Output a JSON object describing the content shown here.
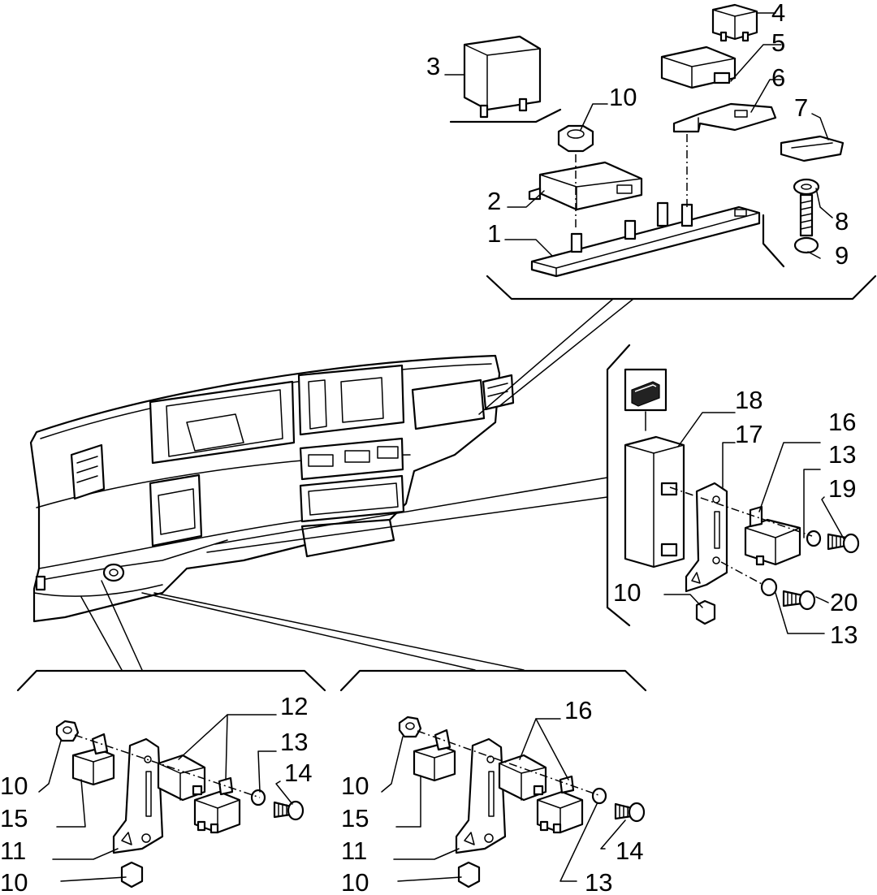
{
  "callouts": {
    "c1": "1",
    "c2": "2",
    "c3": "3",
    "c4": "4",
    "c5": "5",
    "c6": "6",
    "c7": "7",
    "c8": "8",
    "c9": "9",
    "c10a": "10",
    "c18": "18",
    "c17": "17",
    "c16a": "16",
    "c13a": "13",
    "c19": "19",
    "c10b": "10",
    "c20": "20",
    "c13b": "13",
    "c12": "12",
    "c13c": "13",
    "c14a": "14",
    "c10c": "10",
    "c15a": "15",
    "c11a": "11",
    "c10d": "10",
    "c16b": "16",
    "c10e": "10",
    "c15b": "15",
    "c11b": "11",
    "c10f": "10",
    "c14b": "14",
    "c13d": "13"
  },
  "icons": {
    "variant_badge": "relay-box-icon"
  }
}
